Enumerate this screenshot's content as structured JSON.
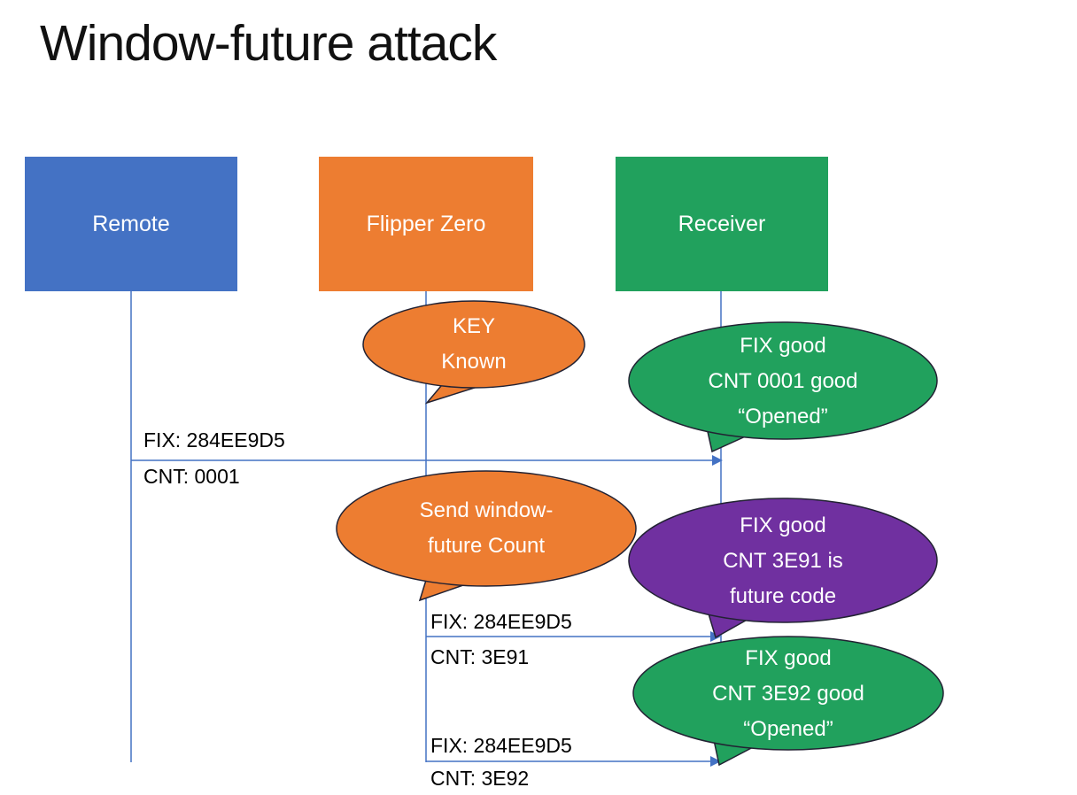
{
  "title": "Window-future attack",
  "actors": [
    {
      "id": "remote",
      "label": "Remote",
      "color": "#4472C4"
    },
    {
      "id": "flipper-zero",
      "label": "Flipper Zero",
      "color": "#ED7D31"
    },
    {
      "id": "receiver",
      "label": "Receiver",
      "color": "#21A15D"
    }
  ],
  "callouts": [
    {
      "id": "key-known",
      "color": "#ED7D31",
      "lines": [
        "KEY",
        "Known"
      ]
    },
    {
      "id": "fix-cnt-0001-good",
      "color": "#21A15D",
      "lines": [
        "FIX good",
        "CNT 0001 good",
        "“Opened”"
      ]
    },
    {
      "id": "send-window-future",
      "color": "#ED7D31",
      "lines": [
        "Send window-",
        "future Count"
      ]
    },
    {
      "id": "fix-cnt-3e91-future",
      "color": "#7030A0",
      "lines": [
        "FIX good",
        "CNT 3E91 is",
        "future code"
      ]
    },
    {
      "id": "fix-cnt-3e92-good",
      "color": "#21A15D",
      "lines": [
        "FIX good",
        "CNT 3E92 good",
        "“Opened”"
      ]
    }
  ],
  "messages": [
    {
      "from": "Remote",
      "to": "Receiver",
      "fix": "FIX: 284EE9D5",
      "cnt": "CNT: 0001"
    },
    {
      "from": "Flipper Zero",
      "to": "Receiver",
      "fix": "FIX: 284EE9D5",
      "cnt": "CNT: 3E91"
    },
    {
      "from": "Flipper Zero",
      "to": "Receiver",
      "fix": "FIX: 284EE9D5",
      "cnt": "CNT: 3E92"
    }
  ],
  "colors": {
    "connector": "#4472C4",
    "background": "#FFFFFF",
    "label_text": "#000000",
    "shape_text": "#FFFFFF",
    "callout_outline": "#222233"
  }
}
